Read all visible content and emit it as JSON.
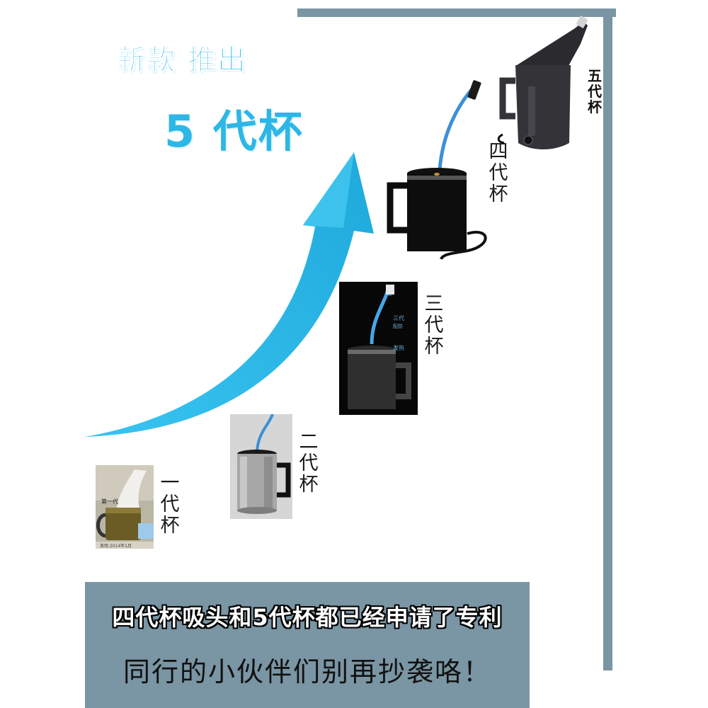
{
  "headline": {
    "line1": "新款 推出",
    "line2": "5 代杯"
  },
  "generations": [
    {
      "label": "一代杯",
      "photo_caption": "第一代",
      "photo_footer": "发明  2014年1月"
    },
    {
      "label": "二代杯"
    },
    {
      "label": "三代杯",
      "photo_note1": "三代",
      "photo_note2": "配防",
      "photo_note3": "发热"
    },
    {
      "label": "四代杯"
    },
    {
      "label": "五代杯"
    }
  ],
  "banner": {
    "line1": "四代杯吸头和5代杯都已经申请了专利",
    "line2": "同行的小伙伴们别再抄袭咯！"
  },
  "colors": {
    "accent": "#2db7e6",
    "frame": "#7a95a3",
    "banner": "#7a95a3"
  }
}
